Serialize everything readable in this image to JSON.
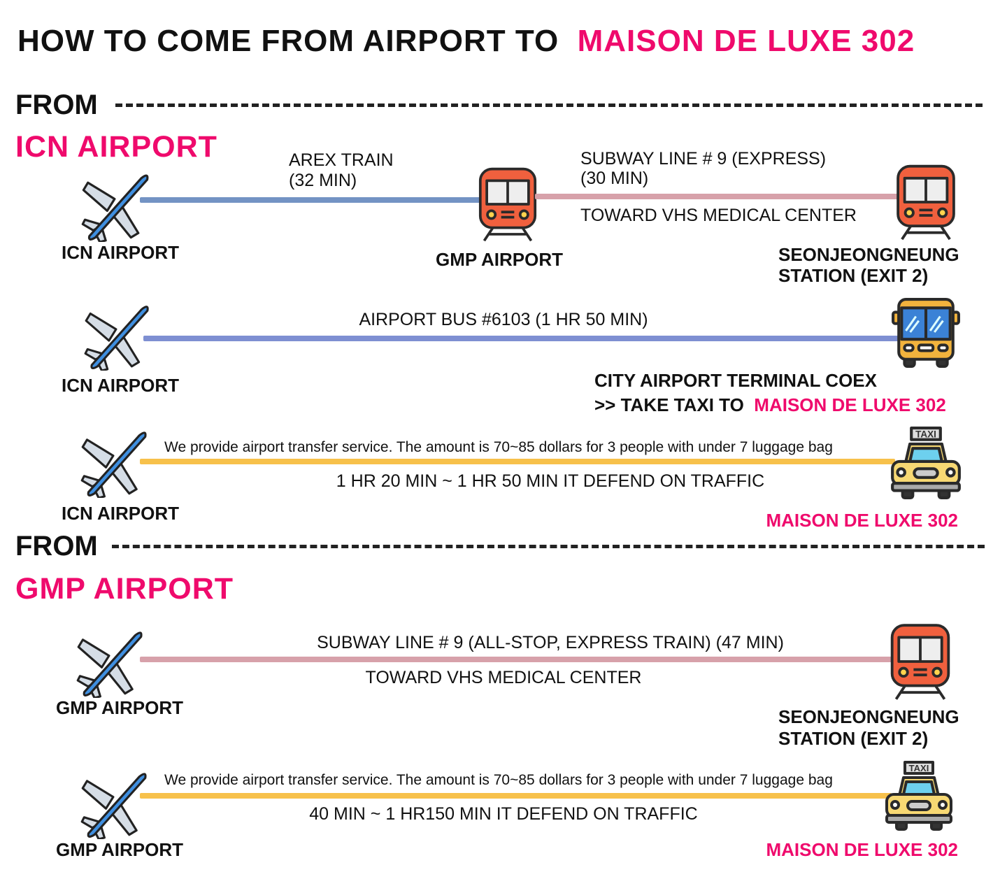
{
  "title": {
    "main": "HOW TO COME FROM AIRPORT TO",
    "highlight": "MAISON DE LUXE 302"
  },
  "colors": {
    "accent": "#ef0a6c",
    "arex": "#7393c4",
    "bus": "#7e8fd2",
    "subway": "#d7a1aa",
    "taxi": "#f7c14b"
  },
  "icn": {
    "from": "FROM",
    "heading": "ICN AIRPORT",
    "route1": {
      "origin": "ICN AIRPORT",
      "seg1_line1": "AREX TRAIN",
      "seg1_line2": "(32 MIN)",
      "transfer": "GMP AIRPORT",
      "seg2_line1": "SUBWAY LINE # 9 (EXPRESS)",
      "seg2_line2": "(30 MIN)",
      "seg2_dir": "TOWARD VHS MEDICAL CENTER",
      "dest_line1": "SEONJEONGNEUNG",
      "dest_line2": "STATION (EXIT 2)"
    },
    "route2": {
      "origin": "ICN AIRPORT",
      "label": "AIRPORT BUS #6103 (1 HR 50 MIN)",
      "dest_line1": "CITY AIRPORT TERMINAL COEX",
      "dest_line2": ">> TAKE TAXI TO",
      "dest_highlight": "MAISON DE LUXE 302"
    },
    "route3": {
      "origin": "ICN AIRPORT",
      "note": "We provide airport transfer service. The amount is 70~85 dollars for 3 people with under 7 luggage bag",
      "time": "1 HR 20 MIN ~ 1 HR 50 MIN IT DEFEND ON TRAFFIC",
      "dest": "MAISON DE LUXE 302"
    }
  },
  "gmp": {
    "from": "FROM",
    "heading": "GMP AIRPORT",
    "route1": {
      "origin": "GMP AIRPORT",
      "label": "SUBWAY LINE # 9 (ALL-STOP, EXPRESS TRAIN) (47 MIN)",
      "dir": "TOWARD VHS MEDICAL CENTER",
      "dest_line1": "SEONJEONGNEUNG",
      "dest_line2": "STATION (EXIT 2)"
    },
    "route2": {
      "origin": "GMP AIRPORT",
      "note": "We provide airport transfer service. The amount is 70~85 dollars for 3 people with under 7 luggage bag",
      "time": "40 MIN ~ 1 HR150 MIN IT DEFEND ON TRAFFIC",
      "dest": "MAISON DE LUXE 302",
      "taxi_sign": "TAXI"
    }
  }
}
